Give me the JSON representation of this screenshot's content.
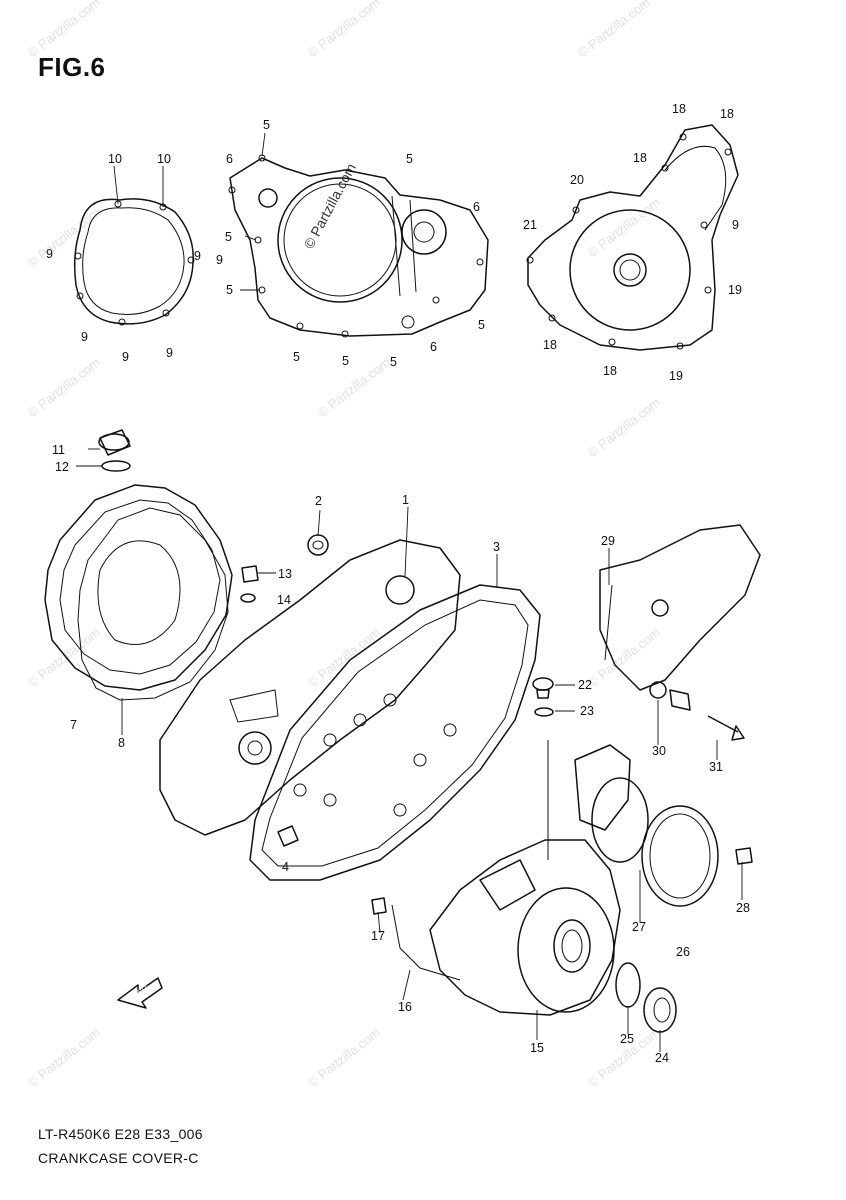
{
  "figure": {
    "title": "FIG.6",
    "footer_code": "LT-R450K6 E28 E33_006",
    "footer_name": "CRANKCASE COVER-C"
  },
  "watermark": {
    "text": "© Partzilla.com",
    "center_text": "© Partzilla.com"
  },
  "fwd_marker": "FWD",
  "callouts": [
    "10",
    "10",
    "9",
    "9",
    "9",
    "9",
    "9",
    "9",
    "5",
    "6",
    "5",
    "5",
    "5",
    "5",
    "5",
    "5",
    "6",
    "6",
    "5",
    "18",
    "18",
    "18",
    "20",
    "21",
    "9",
    "19",
    "18",
    "18",
    "19",
    "11",
    "12",
    "13",
    "14",
    "7",
    "8",
    "2",
    "1",
    "3",
    "4",
    "29",
    "30",
    "31",
    "22",
    "23",
    "17",
    "16",
    "15",
    "28",
    "27",
    "26",
    "25",
    "24"
  ]
}
